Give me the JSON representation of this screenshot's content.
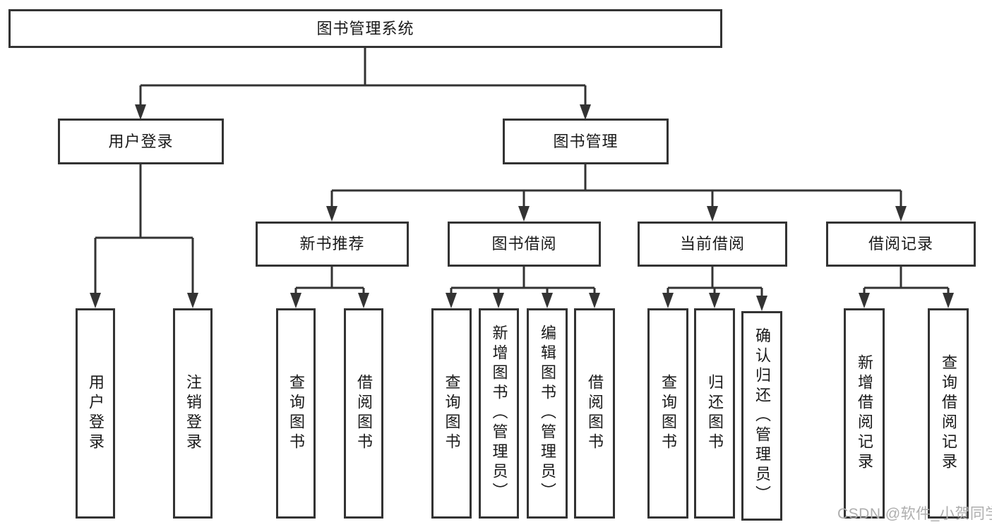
{
  "colors": {
    "line": "#333333",
    "border": "#333333",
    "text": "#1a1a1a",
    "watermark": "#aeaeae",
    "background": "#ffffff"
  },
  "watermark": "CSDN @软件_小贺同学",
  "tree": {
    "root": {
      "label": "图书管理系统"
    },
    "branches": [
      {
        "label": "用户登录",
        "children": [
          {
            "label": "用户登录"
          },
          {
            "label": "注销登录"
          }
        ]
      },
      {
        "label": "图书管理",
        "children": [
          {
            "label": "新书推荐",
            "children": [
              {
                "label": "查询图书"
              },
              {
                "label": "借阅图书"
              }
            ]
          },
          {
            "label": "图书借阅",
            "children": [
              {
                "label": "查询图书"
              },
              {
                "label": "新增图书（管理员）"
              },
              {
                "label": "编辑图书（管理员）"
              },
              {
                "label": "借阅图书"
              }
            ]
          },
          {
            "label": "当前借阅",
            "children": [
              {
                "label": "查询图书"
              },
              {
                "label": "归还图书"
              },
              {
                "label": "确认归还（管理员）"
              }
            ]
          },
          {
            "label": "借阅记录",
            "children": [
              {
                "label": "新增借阅记录"
              },
              {
                "label": "查询借阅记录"
              }
            ]
          }
        ]
      }
    ]
  }
}
